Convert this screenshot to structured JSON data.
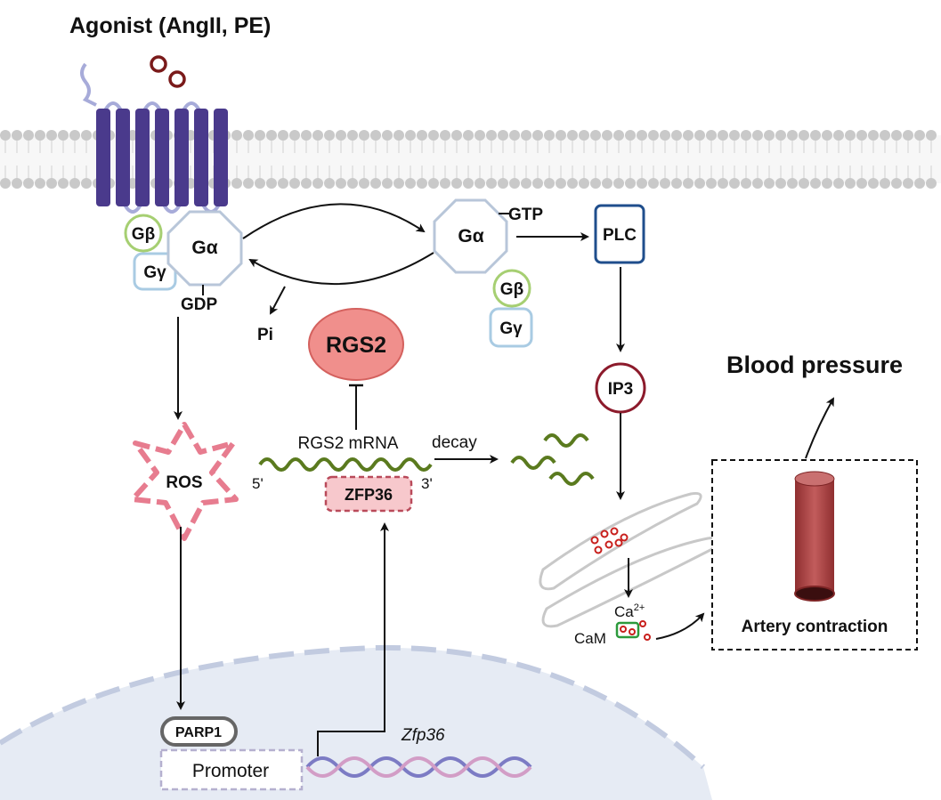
{
  "title": "Agonist (AngII, PE)",
  "labels": {
    "galpha_inactive": "Gα",
    "gbeta_left": "Gβ",
    "ggamma_left": "Gγ",
    "gdp": "GDP",
    "pi": "Pi",
    "galpha_active": "Gα",
    "gtp": "GTP",
    "gbeta_right": "Gβ",
    "ggamma_right": "Gγ",
    "plc": "PLC",
    "rgs2": "RGS2",
    "ip3": "IP3",
    "ros": "ROS",
    "rgs2_mrna": "RGS2 mRNA",
    "five_prime": "5'",
    "three_prime": "3'",
    "decay": "decay",
    "zfp36_protein": "ZFP36",
    "calcium_base": "Ca",
    "calcium_sup": "2+",
    "cam": "CaM",
    "blood_pressure": "Blood pressure",
    "artery_contraction": "Artery contraction",
    "parp1": "PARP1",
    "promoter": "Promoter",
    "zfp36_gene": "Zfp36"
  },
  "colors": {
    "gpcr": "#4a3a8c",
    "gpcr_loop": "#a7abd9",
    "ligand": "#7a1a1a",
    "membrane": "#c9c9c9",
    "gbeta": "#a6cf72",
    "ggamma": "#a9cbe3",
    "galpha": "#b8c6d9",
    "plc": "#1f4e8c",
    "ip3": "#8c1a2b",
    "rgs2": "#f08f8c",
    "ros": "#e77c8f",
    "mrna": "#5a7a1e",
    "zfp36": "#f7c8cc",
    "calcium": "#c8201d",
    "cam": "#2c9a3c",
    "artery": "#b5494a",
    "nucleus": "#e6ebf4",
    "dna_a": "#7c7bc4",
    "dna_b": "#d29dc6"
  }
}
